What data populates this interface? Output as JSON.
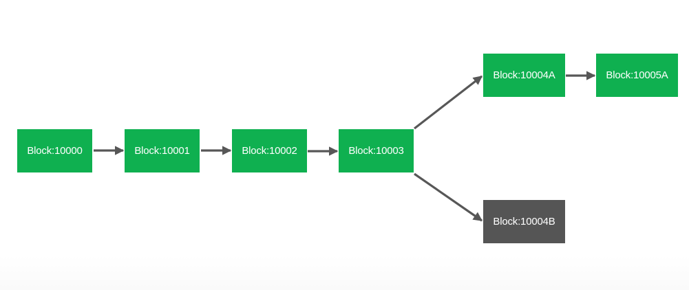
{
  "colors": {
    "main_chain_block": "#0fb050",
    "orphan_block": "#555555",
    "arrow": "#575757",
    "label": "#ffffff"
  },
  "blocks": [
    {
      "id": "b10000",
      "label": "Block:10000",
      "status": "main"
    },
    {
      "id": "b10001",
      "label": "Block:10001",
      "status": "main"
    },
    {
      "id": "b10002",
      "label": "Block:10002",
      "status": "main"
    },
    {
      "id": "b10003",
      "label": "Block:10003",
      "status": "main"
    },
    {
      "id": "b10004a",
      "label": "Block:10004A",
      "status": "main"
    },
    {
      "id": "b10005a",
      "label": "Block:10005A",
      "status": "main"
    },
    {
      "id": "b10004b",
      "label": "Block:10004B",
      "status": "orphan"
    }
  ],
  "links": [
    {
      "from": "b10000",
      "to": "b10001"
    },
    {
      "from": "b10001",
      "to": "b10002"
    },
    {
      "from": "b10002",
      "to": "b10003"
    },
    {
      "from": "b10003",
      "to": "b10004a"
    },
    {
      "from": "b10004a",
      "to": "b10005a"
    },
    {
      "from": "b10003",
      "to": "b10004b"
    }
  ]
}
